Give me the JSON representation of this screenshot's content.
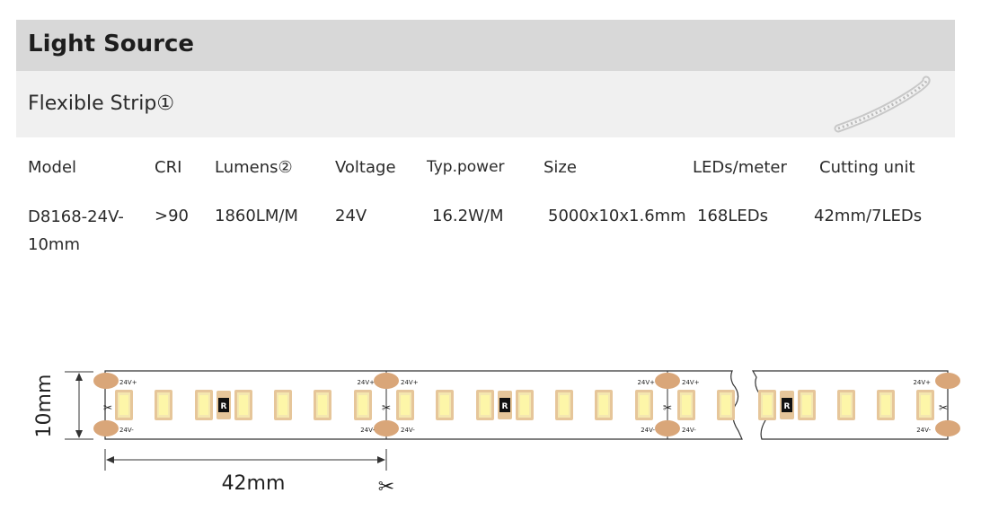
{
  "header": {
    "title": "Light Source"
  },
  "subheader": {
    "title": "Flexible Strip①"
  },
  "specs": {
    "headers": [
      "Model",
      "CRI",
      "Lumens②",
      "Voltage",
      "Typ.power",
      "Size",
      "LEDs/meter",
      "Cutting unit"
    ],
    "values": [
      "D8168-24V-10mm",
      ">90",
      "1860LM/M",
      "24V",
      "16.2W/M",
      "5000x10x1.6mm",
      "168LEDs",
      "42mm/7LEDs"
    ]
  },
  "diagram": {
    "width_label": "10mm",
    "cut_length_label": "42mm",
    "pad_top_label": "24V+",
    "pad_bottom_label": "24V-",
    "resistor_label": "R",
    "scissors_glyph": "✂",
    "colors": {
      "strip_outline": "#333333",
      "copper_pad": "#d9a679",
      "led_body": "#e6c69a",
      "led_face": "#fdf6a8",
      "led_frame": "#f4e7b0",
      "resistor": "#111111"
    }
  }
}
